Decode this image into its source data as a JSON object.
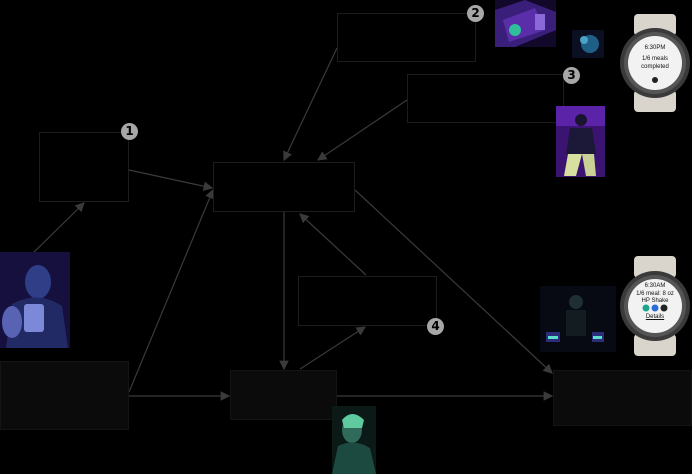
{
  "badges": [
    "1",
    "2",
    "3",
    "4"
  ],
  "watch_top": {
    "time": "6:30PM",
    "line1": "1/6 meals",
    "line2": "completed"
  },
  "watch_bottom": {
    "time": "6:30AM",
    "line1": "1/6 meal: 8 oz",
    "line2": "HP Shake",
    "link": "Details"
  },
  "colors": {
    "background": "#000000",
    "box_border": "#1c1c1c",
    "arrow": "#3a3a3a",
    "badge": "#a7a7a7",
    "watch_band": "#d9d4cc"
  }
}
